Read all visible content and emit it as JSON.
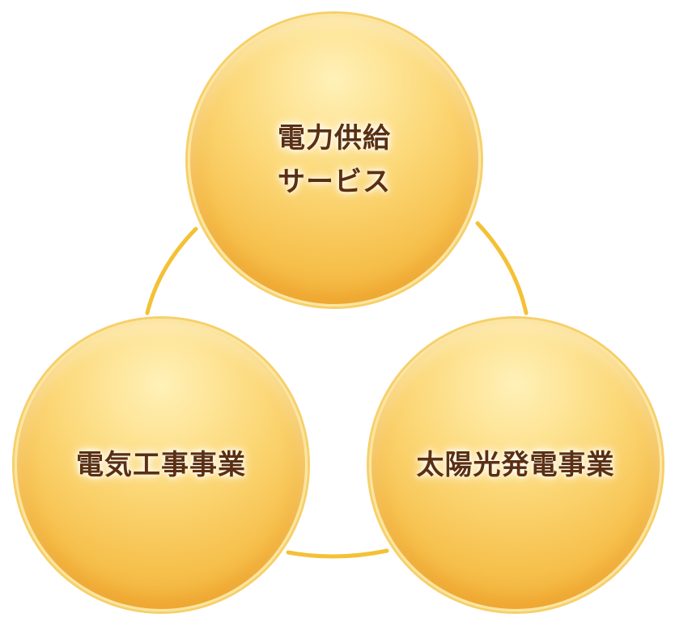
{
  "diagram": {
    "nodes": [
      {
        "lines": [
          "電力供給",
          "サービス"
        ]
      },
      {
        "lines": [
          "電気工事事業"
        ]
      },
      {
        "lines": [
          "太陽光発電事業"
        ]
      }
    ],
    "colors": {
      "ring": "#f4c136",
      "circle_fill_light": "#fff1b8",
      "circle_fill_dark": "#eea52c",
      "text": "#5a2f12"
    }
  }
}
